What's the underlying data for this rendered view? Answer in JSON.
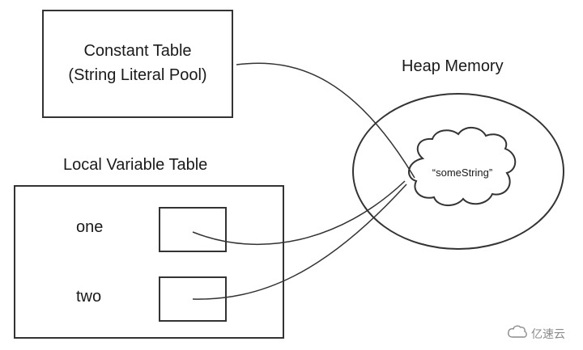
{
  "constant_table": {
    "line1": "Constant Table",
    "line2": "(String Literal Pool)"
  },
  "heap": {
    "title": "Heap Memory",
    "object": "“someString”"
  },
  "local_variable_table": {
    "title": "Local Variable Table",
    "variables": [
      "one",
      "two"
    ]
  },
  "watermark": {
    "text": "亿速云",
    "icon": "cloud-logo-icon"
  }
}
